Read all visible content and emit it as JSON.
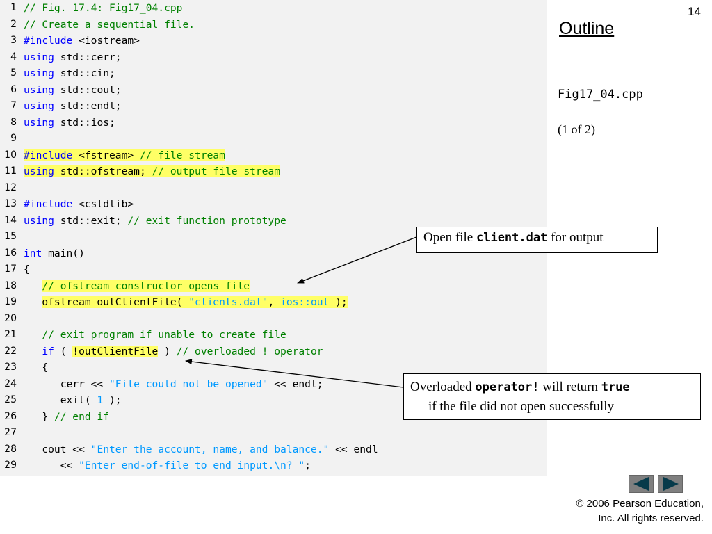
{
  "slide_number": "14",
  "outline_label": "Outline",
  "file_name": "Fig17_04.cpp",
  "page_indicator": "(1 of 2)",
  "callouts": {
    "open_file": {
      "text_before": "Open file ",
      "code": "client.dat",
      "text_after": " for output"
    },
    "operator": {
      "text_before": "Overloaded ",
      "code1": "operator!",
      "text_middle": " will return ",
      "code2": "true",
      "line2": "if the file did not open successfully"
    }
  },
  "copyright": {
    "line1": "© 2006 Pearson Education,",
    "line2": "Inc.  All rights reserved."
  },
  "nav": {
    "prev_icon": "left-triangle-icon",
    "next_icon": "right-triangle-icon"
  },
  "colors": {
    "comment": "#008000",
    "keyword": "#0000ff",
    "string": "#0099ff",
    "highlight": "#ffff66",
    "panel": "#f2f2f2"
  },
  "code_lines": [
    {
      "num": "1",
      "segments": [
        {
          "t": "// Fig. 17.4: Fig17_04.cpp",
          "c": "comment"
        }
      ]
    },
    {
      "num": "2",
      "segments": [
        {
          "t": "// Create a sequential file.",
          "c": "comment"
        }
      ]
    },
    {
      "num": "3",
      "segments": [
        {
          "t": "#include",
          "c": "keyword"
        },
        {
          "t": " <iostream>",
          "c": "plain"
        }
      ]
    },
    {
      "num": "4",
      "segments": [
        {
          "t": "using",
          "c": "keyword"
        },
        {
          "t": " std::cerr;",
          "c": "plain"
        }
      ]
    },
    {
      "num": "5",
      "segments": [
        {
          "t": "using",
          "c": "keyword"
        },
        {
          "t": " std::cin;",
          "c": "plain"
        }
      ]
    },
    {
      "num": "6",
      "segments": [
        {
          "t": "using",
          "c": "keyword"
        },
        {
          "t": " std::cout;",
          "c": "plain"
        }
      ]
    },
    {
      "num": "7",
      "segments": [
        {
          "t": "using",
          "c": "keyword"
        },
        {
          "t": " std::endl;",
          "c": "plain"
        }
      ]
    },
    {
      "num": "8",
      "segments": [
        {
          "t": "using",
          "c": "keyword"
        },
        {
          "t": " std::ios;",
          "c": "plain"
        }
      ]
    },
    {
      "num": "9",
      "segments": []
    },
    {
      "num": "10",
      "segments": [
        {
          "t": "#include",
          "c": "keyword",
          "h": true
        },
        {
          "t": " <fstream> ",
          "c": "plain",
          "h": true
        },
        {
          "t": "// file stream",
          "c": "comment",
          "h": true
        }
      ]
    },
    {
      "num": "11",
      "segments": [
        {
          "t": "using",
          "c": "keyword",
          "h": true
        },
        {
          "t": " std::ofstream; ",
          "c": "plain",
          "h": true
        },
        {
          "t": "// output file stream",
          "c": "comment",
          "h": true
        }
      ]
    },
    {
      "num": "12",
      "segments": []
    },
    {
      "num": "13",
      "segments": [
        {
          "t": "#include",
          "c": "keyword"
        },
        {
          "t": " <cstdlib>",
          "c": "plain"
        }
      ]
    },
    {
      "num": "14",
      "segments": [
        {
          "t": "using",
          "c": "keyword"
        },
        {
          "t": " std::exit; ",
          "c": "plain"
        },
        {
          "t": "// exit function prototype",
          "c": "comment"
        }
      ]
    },
    {
      "num": "15",
      "segments": []
    },
    {
      "num": "16",
      "segments": [
        {
          "t": "int",
          "c": "keyword"
        },
        {
          "t": " main()",
          "c": "plain"
        }
      ]
    },
    {
      "num": "17",
      "segments": [
        {
          "t": "{",
          "c": "plain"
        }
      ]
    },
    {
      "num": "18",
      "segments": [
        {
          "t": "   ",
          "c": "plain"
        },
        {
          "t": "// ofstream constructor opens file",
          "c": "comment",
          "h": true
        }
      ]
    },
    {
      "num": "19",
      "segments": [
        {
          "t": "   ",
          "c": "plain"
        },
        {
          "t": "ofstream outClientFile( ",
          "c": "plain",
          "h": true
        },
        {
          "t": "\"clients.dat\"",
          "c": "string",
          "h": true
        },
        {
          "t": ", ",
          "c": "plain",
          "h": true
        },
        {
          "t": "ios::out",
          "c": "string",
          "h": true
        },
        {
          "t": " );",
          "c": "plain",
          "h": true
        }
      ]
    },
    {
      "num": "20",
      "segments": []
    },
    {
      "num": "21",
      "segments": [
        {
          "t": "   ",
          "c": "plain"
        },
        {
          "t": "// exit program if unable to create file",
          "c": "comment"
        }
      ]
    },
    {
      "num": "22",
      "segments": [
        {
          "t": "   ",
          "c": "plain"
        },
        {
          "t": "if",
          "c": "keyword"
        },
        {
          "t": " ( ",
          "c": "plain"
        },
        {
          "t": "!outClientFile",
          "c": "plain",
          "h": true
        },
        {
          "t": " ) ",
          "c": "plain"
        },
        {
          "t": "// overloaded ! operator",
          "c": "comment"
        }
      ]
    },
    {
      "num": "23",
      "segments": [
        {
          "t": "   {",
          "c": "plain"
        }
      ]
    },
    {
      "num": "24",
      "segments": [
        {
          "t": "      cerr << ",
          "c": "plain"
        },
        {
          "t": "\"File could not be opened\"",
          "c": "string"
        },
        {
          "t": " << endl;",
          "c": "plain"
        }
      ]
    },
    {
      "num": "25",
      "segments": [
        {
          "t": "      exit( ",
          "c": "plain"
        },
        {
          "t": "1",
          "c": "string"
        },
        {
          "t": " );",
          "c": "plain"
        }
      ]
    },
    {
      "num": "26",
      "segments": [
        {
          "t": "   } ",
          "c": "plain"
        },
        {
          "t": "// end if",
          "c": "comment"
        }
      ]
    },
    {
      "num": "27",
      "segments": []
    },
    {
      "num": "28",
      "segments": [
        {
          "t": "   cout << ",
          "c": "plain"
        },
        {
          "t": "\"Enter the account, name, and balance.\"",
          "c": "string"
        },
        {
          "t": " << endl",
          "c": "plain"
        }
      ]
    },
    {
      "num": "29",
      "segments": [
        {
          "t": "      << ",
          "c": "plain"
        },
        {
          "t": "\"Enter end-of-file to end input.\\n? \"",
          "c": "string"
        },
        {
          "t": ";",
          "c": "plain"
        }
      ]
    }
  ]
}
